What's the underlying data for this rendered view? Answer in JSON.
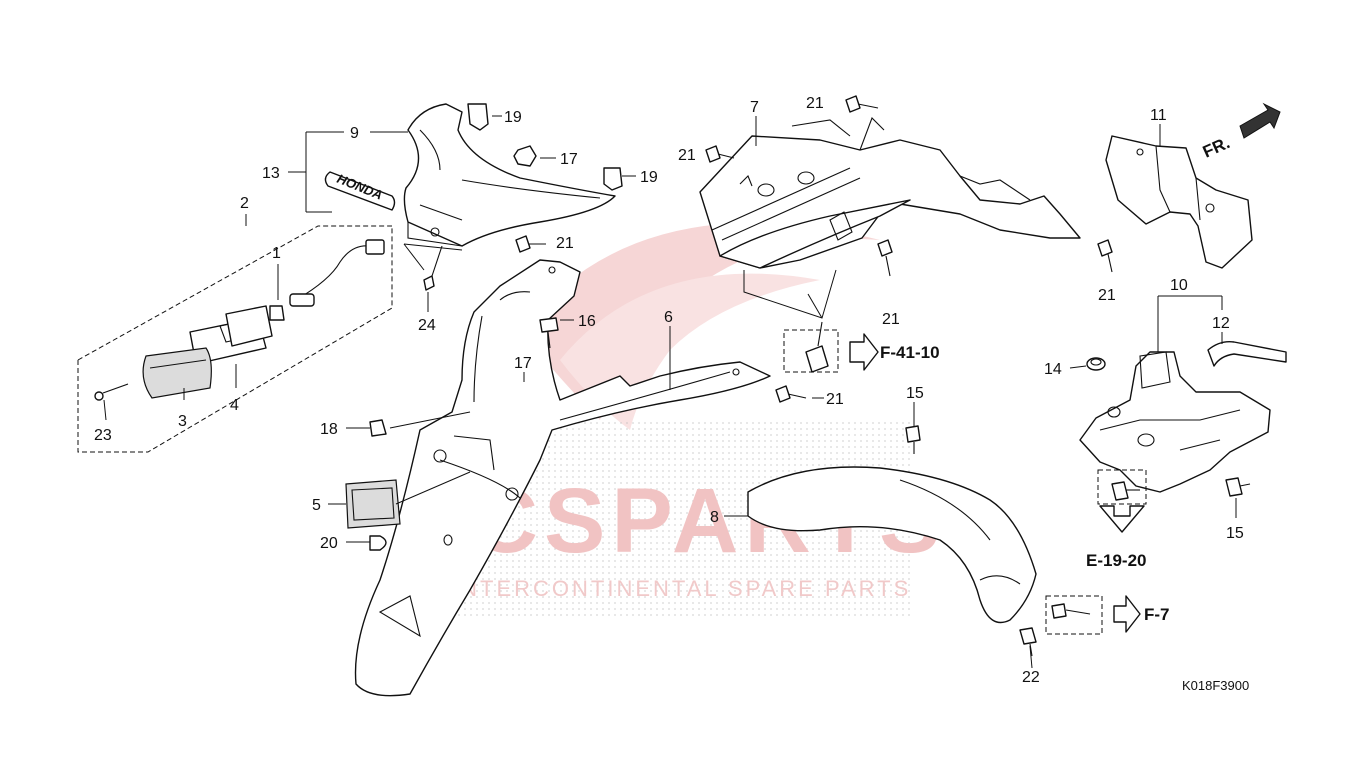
{
  "diagram": {
    "watermark": {
      "brand": "ICSPARTS",
      "tagline": "INTERCONTINENTAL SPARE PARTS"
    },
    "callouts": [
      {
        "id": "c1",
        "label": "1"
      },
      {
        "id": "c2",
        "label": "2"
      },
      {
        "id": "c3",
        "label": "3"
      },
      {
        "id": "c4",
        "label": "4"
      },
      {
        "id": "c5",
        "label": "5"
      },
      {
        "id": "c6",
        "label": "6"
      },
      {
        "id": "c7",
        "label": "7"
      },
      {
        "id": "c8",
        "label": "8"
      },
      {
        "id": "c9",
        "label": "9"
      },
      {
        "id": "c10",
        "label": "10"
      },
      {
        "id": "c11",
        "label": "11"
      },
      {
        "id": "c12",
        "label": "12"
      },
      {
        "id": "c13",
        "label": "13"
      },
      {
        "id": "c14",
        "label": "14"
      },
      {
        "id": "c15a",
        "label": "15"
      },
      {
        "id": "c15b",
        "label": "15"
      },
      {
        "id": "c16",
        "label": "16"
      },
      {
        "id": "c17a",
        "label": "17"
      },
      {
        "id": "c17b",
        "label": "17"
      },
      {
        "id": "c18",
        "label": "18"
      },
      {
        "id": "c19a",
        "label": "19"
      },
      {
        "id": "c19b",
        "label": "19"
      },
      {
        "id": "c20",
        "label": "20"
      },
      {
        "id": "c21a",
        "label": "21"
      },
      {
        "id": "c21b",
        "label": "21"
      },
      {
        "id": "c21c",
        "label": "21"
      },
      {
        "id": "c21d",
        "label": "21"
      },
      {
        "id": "c21e",
        "label": "21"
      },
      {
        "id": "c21f",
        "label": "21"
      },
      {
        "id": "c22",
        "label": "22"
      },
      {
        "id": "c23",
        "label": "23"
      },
      {
        "id": "c24",
        "label": "24"
      }
    ],
    "references": [
      {
        "id": "r1",
        "label": "F-41-10"
      },
      {
        "id": "r2",
        "label": "E-19-20"
      },
      {
        "id": "r3",
        "label": "F-7"
      }
    ],
    "front_indicator": "FR.",
    "emblem_text": "HONDA",
    "diagram_code": "K018F3900"
  }
}
